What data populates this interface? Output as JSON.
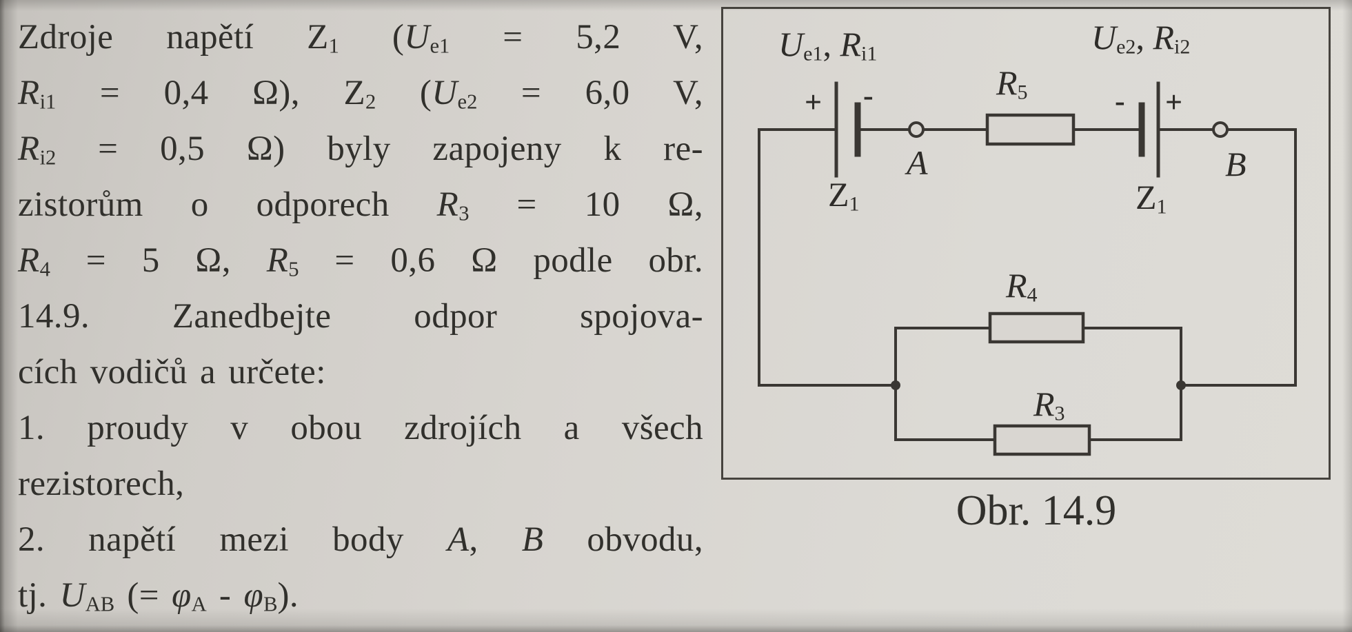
{
  "colors": {
    "paper": "#d7d4cf",
    "ink": "#2e2c29",
    "wire": "#3a3733"
  },
  "problem_text": {
    "lines": [
      {
        "text": "Zdroje napětí Z[sub]1[/sub] ([i]U[/i][sub]e1[/sub] = 5,2 V,"
      },
      {
        "text": "[i]R[/i][sub]i1[/sub] = 0,4 Ω), Z[sub]2[/sub] ([i]U[/i][sub]e2[/sub] = 6,0 V,"
      },
      {
        "text": "[i]R[/i][sub]i2[/sub] = 0,5 Ω) byly zapojeny k re-"
      },
      {
        "text": "zistorům o odporech [i]R[/i][sub]3[/sub] = 10 Ω,"
      },
      {
        "text": "[i]R[/i][sub]4[/sub] = 5 Ω, [i]R[/i][sub]5[/sub] = 0,6 Ω podle obr."
      },
      {
        "text": "14.9. Zanedbejte odpor spojova-"
      },
      {
        "text": "cích vodičů a určete:"
      },
      {
        "text": "1. proudy v obou zdrojích a všech"
      },
      {
        "text": "rezistorech,"
      },
      {
        "text": "2. napětí mezi body [i]A[/i], [i]B[/i] obvodu,"
      },
      {
        "text": "tj. [i]U[/i][sub]AB[/sub] (= [i]φ[/i][sub]A[/sub] - [i]φ[/i][sub]B[/sub])."
      }
    ]
  },
  "figure": {
    "caption": "Obr. 14.9",
    "labels": {
      "source1": "[i]U[/i][sub]e1[/sub], [i]R[/i][sub]i1[/sub]",
      "source2": "[i]U[/i][sub]e2[/sub], [i]R[/i][sub]i2[/sub]",
      "r5": "[i]R[/i][sub]5[/sub]",
      "r4": "[i]R[/i][sub]4[/sub]",
      "r3": "[i]R[/i][sub]3[/sub]",
      "z1_left": "Z[sub]1[/sub]",
      "z1_right": "Z[sub]1[/sub]",
      "node_a": "[i]A[/i]",
      "node_b": "[i]B[/i]",
      "battery1_plus": "+",
      "battery1_minus": "-",
      "battery2_minus": "-",
      "battery2_plus": "+"
    }
  }
}
